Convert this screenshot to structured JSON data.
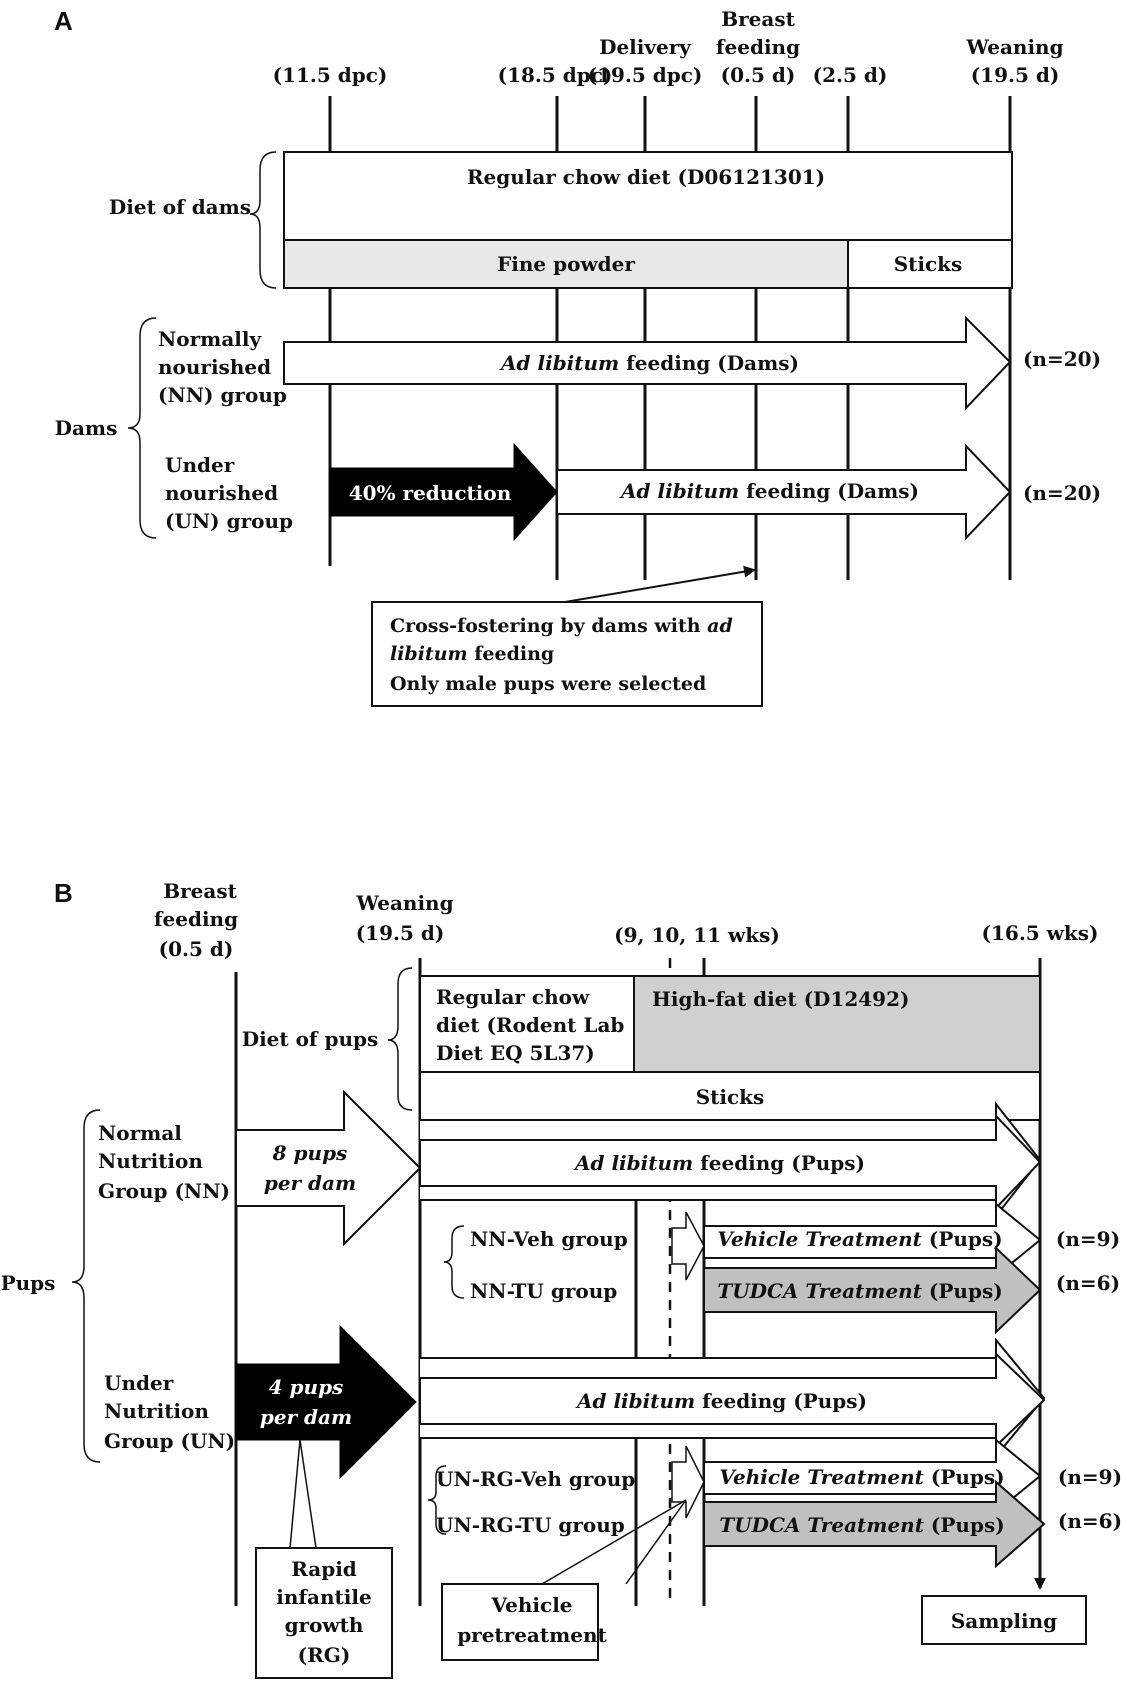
{
  "panel_a": {
    "label": "A",
    "timepoints": [
      {
        "lines": [
          "(11.5 dpc)"
        ]
      },
      {
        "lines": [
          "(18.5 dpc)"
        ]
      },
      {
        "lines": [
          "Delivery",
          "(19.5 dpc)"
        ]
      },
      {
        "lines": [
          "Breast",
          "feeding",
          "(0.5 d)"
        ]
      },
      {
        "lines": [
          "(2.5 d)"
        ]
      },
      {
        "lines": [
          "Weaning",
          "(19.5 d)"
        ]
      }
    ],
    "diet_label": "Diet of dams",
    "diet_main": "Regular chow diet (D06121301)",
    "diet_fine": "Fine powder",
    "diet_sticks": "Sticks",
    "dams_label": "Dams",
    "nn_group": [
      "Normally",
      "nourished",
      "(NN)  group"
    ],
    "un_group": [
      "Under",
      "nourished",
      "(UN)  group"
    ],
    "feeding_italic": "Ad libitum",
    "feeding_rest": " feeding  (Dams)",
    "reduction": "40% reduction",
    "n_nn": "(n=20)",
    "n_un": "(n=20)",
    "crossfoster_line1_a": "Cross-fostering  by  dams  with ",
    "crossfoster_line1_b": "ad",
    "crossfoster_line2_a": "libitum",
    "crossfoster_line2_b": " feeding",
    "crossfoster_line3": "Only  male  pups  were  selected"
  },
  "panel_b": {
    "label": "B",
    "breast": [
      "Breast",
      "feeding",
      "(0.5 d)"
    ],
    "weaning": [
      "Weaning",
      "(19.5 d)"
    ],
    "weeks": "(9, 10, 11 wks)",
    "end": "(16.5 wks)",
    "diet_label": "Diet of pups",
    "regular_chow": [
      "Regular  chow",
      "diet  (Rodent  Lab",
      "Diet  EQ  5L37)"
    ],
    "high_fat": "High-fat  diet  (D12492)",
    "sticks": "Sticks",
    "pups_label": "Pups",
    "nn_group": [
      "Normal",
      "Nutrition",
      "Group  (NN)"
    ],
    "un_group": [
      "Under",
      "Nutrition",
      "Group  (UN)"
    ],
    "nn_pups": [
      "8 pups",
      "per dam"
    ],
    "un_pups": [
      "4 pups",
      "per dam"
    ],
    "feeding_italic": "Ad libitum",
    "feeding_rest": " feeding  (Pups)",
    "nn_veh_group": "NN-Veh  group",
    "nn_tu_group": "NN-TU  group",
    "un_veh_group": "UN-RG-Veh  group",
    "un_tu_group": "UN-RG-TU  group",
    "vehicle_italic": "Vehicle Treatment",
    "tudca_italic": "TUDCA Treatment",
    "treat_rest": " (Pups)",
    "n_nn_veh": "(n=9)",
    "n_nn_tu": "(n=6)",
    "n_un_veh": "(n=9)",
    "n_un_tu": "(n=6)",
    "rapid_growth": [
      "Rapid",
      "infantile",
      "growth",
      "(RG)"
    ],
    "vehicle_pre": [
      "Vehicle",
      "pretreatment"
    ],
    "sampling": "Sampling"
  },
  "colors": {
    "fill_gray": "#e8e8e8",
    "fill_dark_gray": "#c0c0c0",
    "fill_black": "#000000",
    "line": "#111111"
  }
}
